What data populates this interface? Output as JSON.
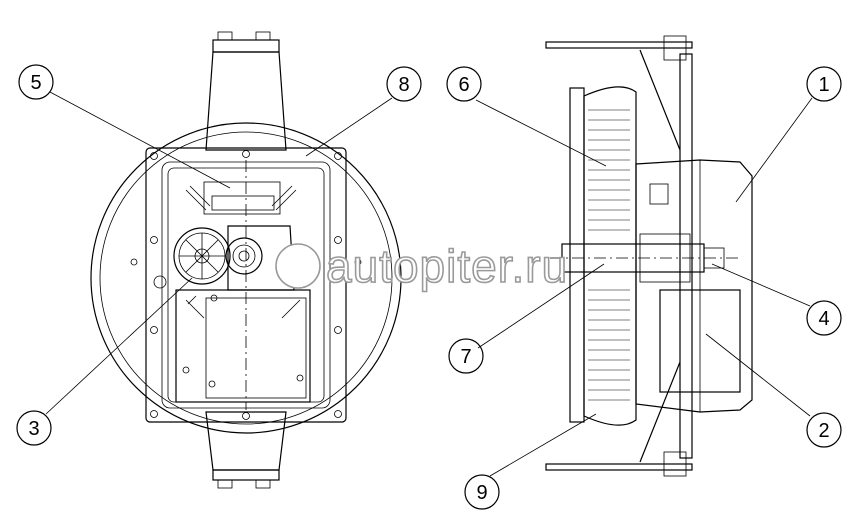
{
  "callouts": [
    {
      "label": "1"
    },
    {
      "label": "2"
    },
    {
      "label": "3"
    },
    {
      "label": "4"
    },
    {
      "label": "5"
    },
    {
      "label": "6"
    },
    {
      "label": "7"
    },
    {
      "label": "8"
    },
    {
      "label": "9"
    }
  ],
  "watermark": {
    "text": "autopiter.ru",
    "color": "#9a9a9a"
  },
  "colors": {
    "line": "#000000",
    "background": "#ffffff"
  }
}
